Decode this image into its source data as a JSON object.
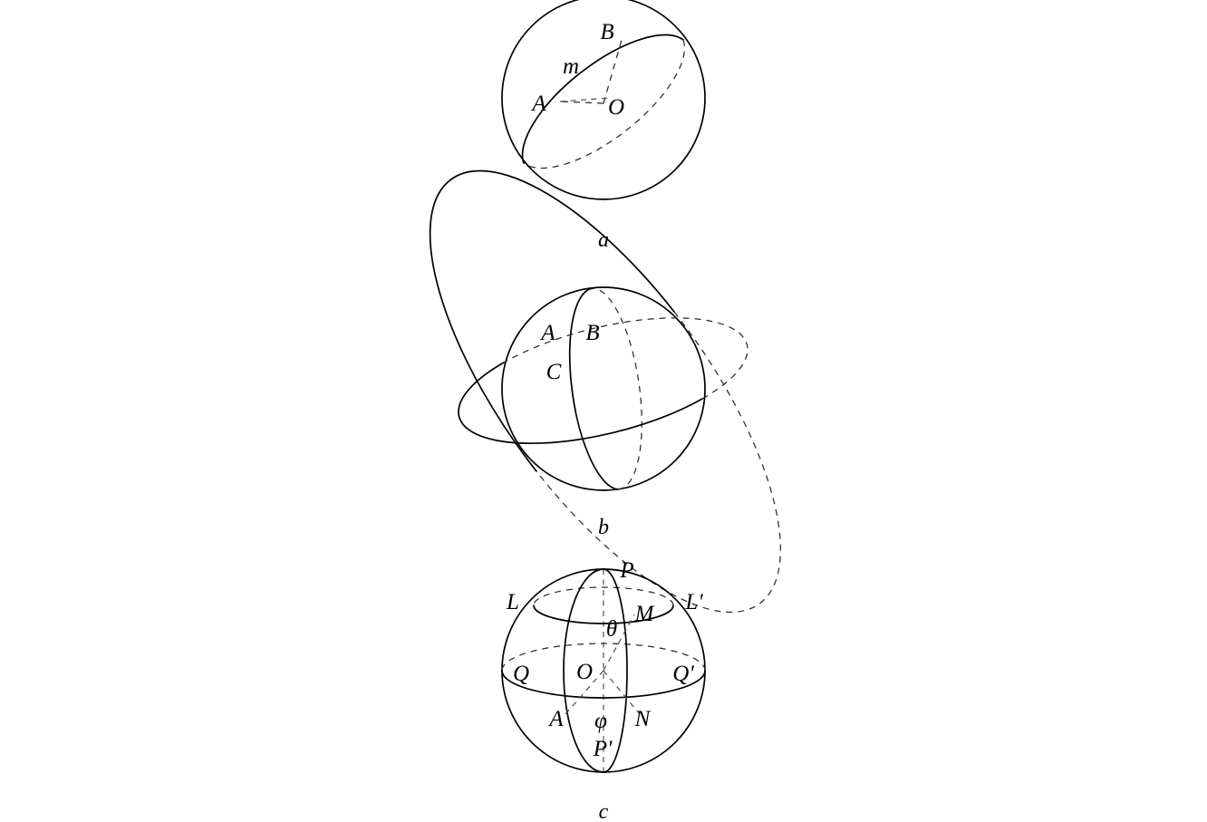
{
  "document": {
    "kind": "geometry-figure-sheet",
    "description": "Three sphere diagrams illustrating great circles, a spherical triangle, and spherical coordinates",
    "background_color": "#ffffff",
    "line_color": "#000000",
    "hidden_line_color": "#4a4a4a"
  },
  "figures": [
    {
      "id": "a",
      "caption": "a",
      "title": "Great circle through A and B on a sphere",
      "labels": {
        "point_a": "A",
        "point_b": "B",
        "point_o": "O",
        "arc_m": "m"
      }
    },
    {
      "id": "b",
      "caption": "b",
      "title": "Spherical triangle ABC formed by three great circles",
      "labels": {
        "vertex_a": "A",
        "vertex_b": "B",
        "vertex_c": "C"
      }
    },
    {
      "id": "c",
      "caption": "c",
      "title": "Spherical coordinates: poles, meridian and parallel circles",
      "labels": {
        "pole_north": "P",
        "pole_south": "P'",
        "parallel_left": "L",
        "parallel_right": "L'",
        "point_m": "M",
        "equator_left": "Q",
        "equator_right": "Q'",
        "center_o": "O",
        "point_a": "A",
        "point_n": "N",
        "angle_theta": "θ",
        "angle_phi": "φ"
      }
    }
  ]
}
